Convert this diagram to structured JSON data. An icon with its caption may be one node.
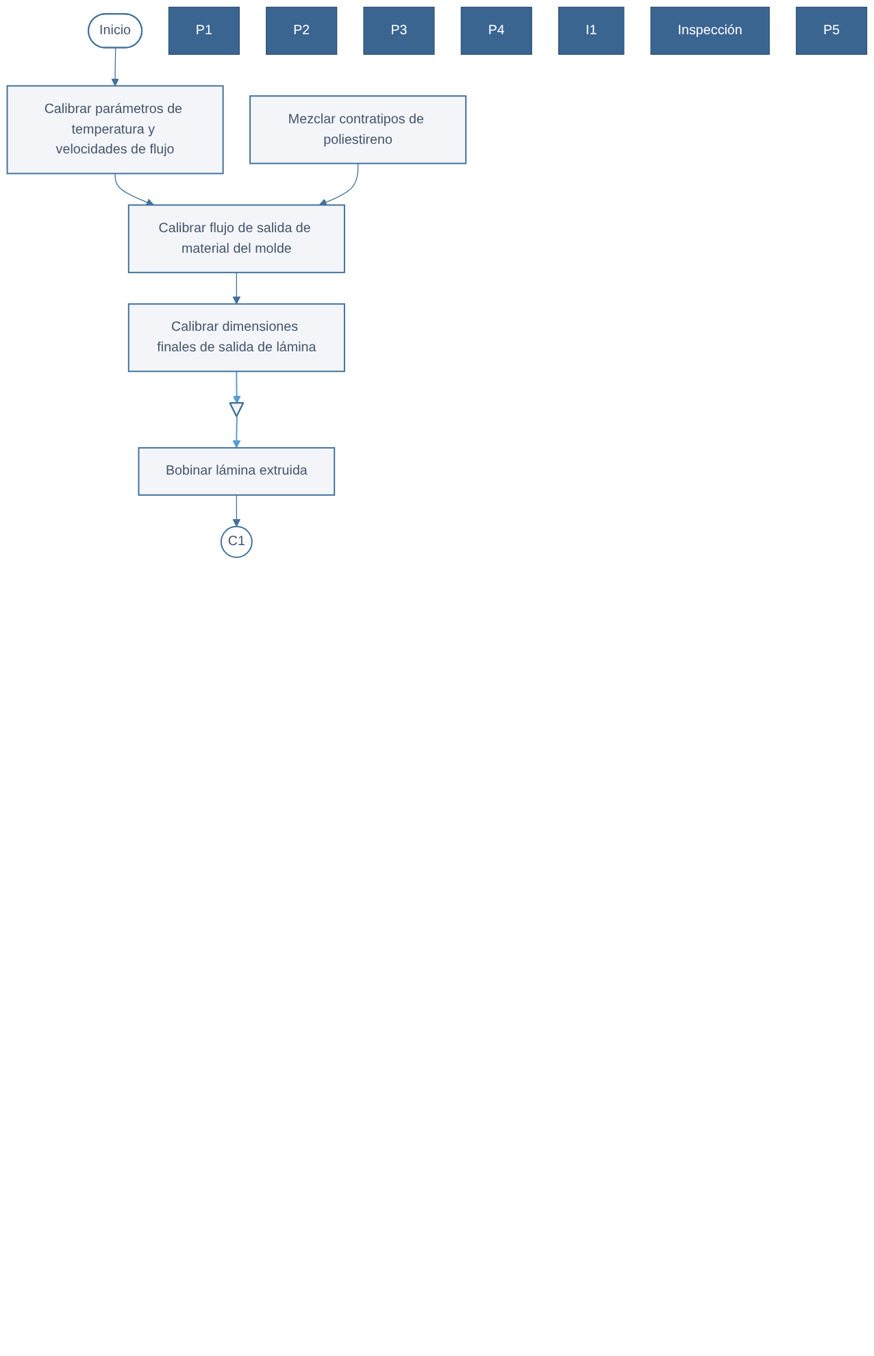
{
  "diagram": {
    "nodes": [
      {
        "text": [
          "Inicio"
        ]
      },
      {
        "text": [
          "Calibrar parámetros de temperatura y velocidades de flujo"
        ]
      },
      {
        "text": [
          "P1"
        ]
      },
      {
        "text": [
          "Mezclar contratipos de poliestireno"
        ]
      },
      {
        "text": [
          "P2"
        ]
      },
      {
        "text": [
          "Calibrar flujo de salida de material del molde"
        ]
      },
      {
        "text": [
          "P3"
        ]
      },
      {
        "text": [
          "Calibrar dimensiones finales de salida de lámina"
        ]
      },
      {
        "text": [
          "P4"
        ]
      },
      {
        "text": [],
        "shape": "triangle"
      },
      {
        "text": [
          "I1"
        ]
      },
      {
        "text": [
          "Inspección"
        ]
      },
      {
        "text": [
          "Bobinar lámina extruida"
        ]
      },
      {
        "text": [
          "P5"
        ]
      },
      {
        "text": [
          "C1"
        ]
      }
    ],
    "edges": [
      {
        "from": 0,
        "to": 1,
        "arrow": "to"
      },
      {
        "from": 1,
        "to": 5,
        "arrow": "to"
      },
      {
        "from": 3,
        "to": 5,
        "arrow": "to"
      },
      {
        "from": 5,
        "to": 7,
        "arrow": "to"
      },
      {
        "from": 7,
        "to": 9,
        "arrow": "to",
        "color": "#5b9bd5"
      },
      {
        "from": 9,
        "to": 12,
        "arrow": "to",
        "color": "#5b9bd5"
      },
      {
        "from": 12,
        "to": 14,
        "arrow": "to"
      }
    ]
  }
}
